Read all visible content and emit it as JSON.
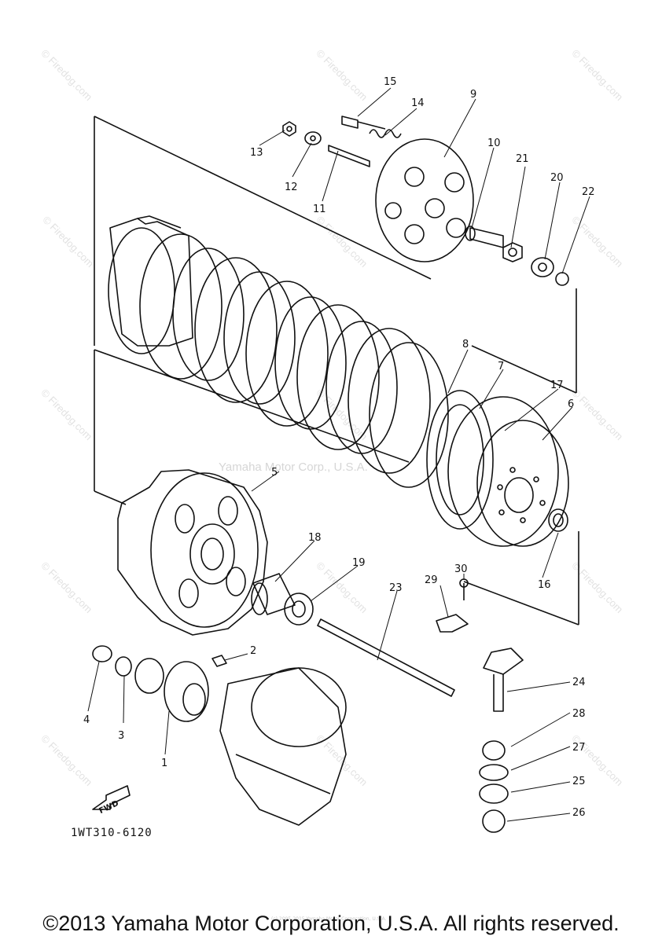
{
  "watermark_site": "© Firedog.com",
  "watermark_center": "Yamaha Motor Corp., U.S.A.",
  "fwd_label": "FWD",
  "diagram_code": "1WT310-6120",
  "tiny_notice": "(c) 2005-2015 Yamaha Motor Corporation, U.S.A.",
  "copyright": "©2013 Yamaha Motor Corporation, U.S.A. All rights reserved.",
  "callouts": [
    {
      "n": "1"
    },
    {
      "n": "2"
    },
    {
      "n": "3"
    },
    {
      "n": "4"
    },
    {
      "n": "5"
    },
    {
      "n": "6"
    },
    {
      "n": "7"
    },
    {
      "n": "8"
    },
    {
      "n": "9"
    },
    {
      "n": "10"
    },
    {
      "n": "11"
    },
    {
      "n": "12"
    },
    {
      "n": "13"
    },
    {
      "n": "14"
    },
    {
      "n": "15"
    },
    {
      "n": "16"
    },
    {
      "n": "17"
    },
    {
      "n": "18"
    },
    {
      "n": "19"
    },
    {
      "n": "20"
    },
    {
      "n": "21"
    },
    {
      "n": "22"
    },
    {
      "n": "23"
    },
    {
      "n": "24"
    },
    {
      "n": "25"
    },
    {
      "n": "26"
    },
    {
      "n": "27"
    },
    {
      "n": "28"
    },
    {
      "n": "29"
    },
    {
      "n": "30"
    }
  ]
}
